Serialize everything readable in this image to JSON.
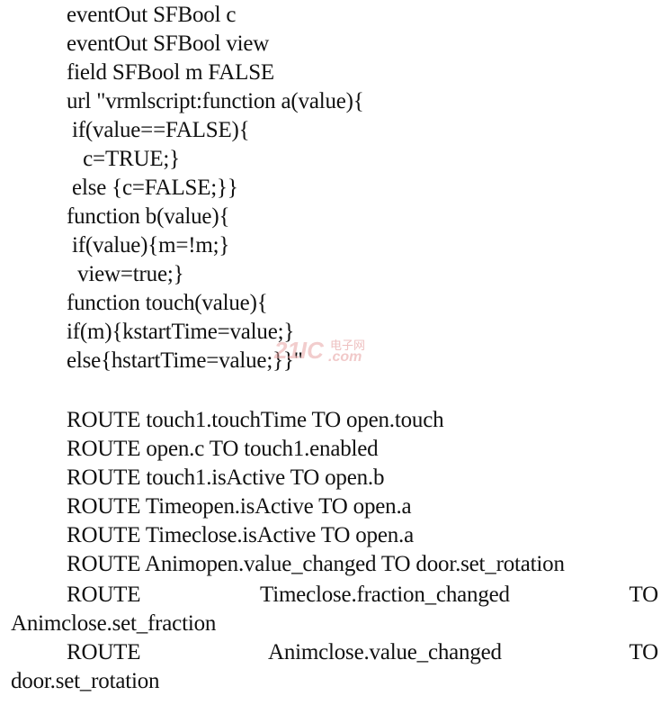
{
  "lines": [
    "eventOut SFBool c",
    "eventOut SFBool view",
    "field SFBool m FALSE",
    "url \"vrmlscript:function a(value){",
    " if(value==FALSE){",
    "   c=TRUE;}",
    " else {c=FALSE;}}",
    "function b(value){",
    " if(value){m=!m;}",
    "  view=true;}",
    "function touch(value){",
    "if(m){kstartTime=value;}",
    "else{hstartTime=value;}}\"",
    "ROUTE touch1.touchTime TO open.touch",
    "ROUTE open.c TO touch1.enabled",
    "ROUTE touch1.isActive TO open.b",
    "ROUTE Timeopen.isActive TO open.a",
    "ROUTE Timeclose.isActive TO open.a",
    "ROUTE Animopen.value_changed TO door.set_rotation",
    "door.set_rotation"
  ],
  "route_wrapped_1": {
    "word1": "ROUTE",
    "word2": "Timeclose.fraction_changed",
    "word3": "TO",
    "continuation": "Animclose.set_fraction"
  },
  "route_wrapped_2": {
    "word1": "ROUTE",
    "word2": "Animclose.value_changed",
    "word3": "TO"
  },
  "watermark": {
    "logo": "21IC",
    "cn": "电子网",
    "com": ".com",
    "color": "#e8a6a6"
  }
}
